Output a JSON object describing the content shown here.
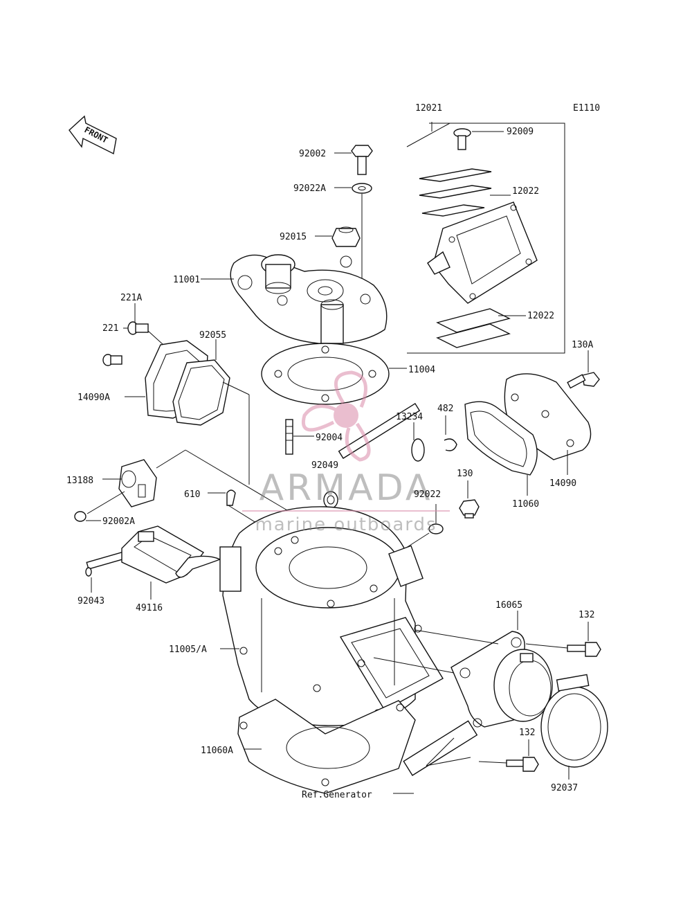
{
  "diagram": {
    "code": "E1110",
    "front_label": "FRONT",
    "reference_label": "Ref.Generator",
    "part_labels": {
      "p12021": "12021",
      "p92009": "92009",
      "p92002": "92002",
      "p12022a": "12022",
      "p92022a": "92022A",
      "p92015": "92015",
      "p11001": "11001",
      "p221a": "221A",
      "p221": "221",
      "p92055": "92055",
      "p12022b": "12022",
      "p130a": "130A",
      "p11004": "11004",
      "p14090a": "14090A",
      "p13234": "13234",
      "p482": "482",
      "p92004": "92004",
      "p92049": "92049",
      "p14090": "14090",
      "p13188": "13188",
      "p130": "130",
      "p610": "610",
      "p11060": "11060",
      "p92022": "92022",
      "p92002a": "92002A",
      "p92043": "92043",
      "p49116": "49116",
      "p16065": "16065",
      "p132a": "132",
      "p11005": "11005/A",
      "p11060a": "11060A",
      "p132b": "132",
      "p92037": "92037"
    }
  },
  "watermark": {
    "brand": "ARMADA",
    "tagline": "marine outboards",
    "accent_color": "#d98aa8"
  }
}
